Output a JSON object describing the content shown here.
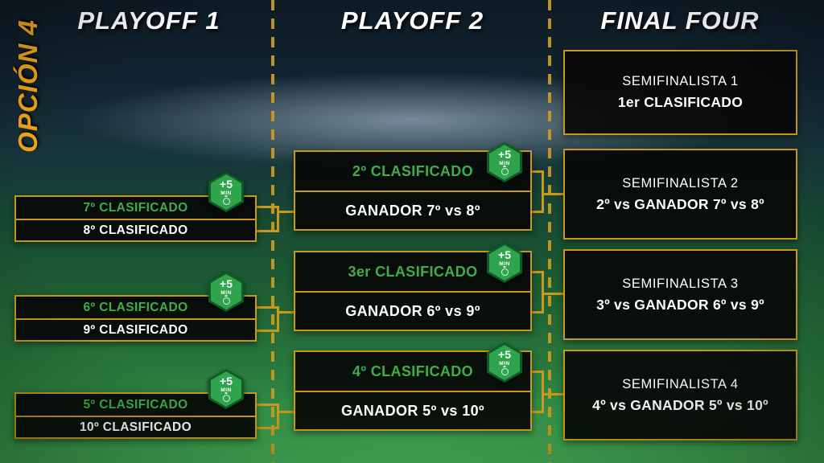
{
  "page": {
    "option_label": "OPCIÓN 4"
  },
  "headers": {
    "playoff1": "PLAYOFF 1",
    "playoff2": "PLAYOFF 2",
    "final_four": "FINAL FOUR"
  },
  "badge": {
    "plus": "+5",
    "min": "MIN"
  },
  "playoff1_matches": [
    {
      "home": "7º CLASIFICADO",
      "away": "8º CLASIFICADO"
    },
    {
      "home": "6º CLASIFICADO",
      "away": "9º CLASIFICADO"
    },
    {
      "home": "5º CLASIFICADO",
      "away": "10º CLASIFICADO"
    }
  ],
  "playoff2_matches": [
    {
      "home": "2º CLASIFICADO",
      "away": "GANADOR 7º vs 8º"
    },
    {
      "home": "3er CLASIFICADO",
      "away": "GANADOR 6º vs 9º"
    },
    {
      "home": "4º CLASIFICADO",
      "away": "GANADOR 5º vs 10º"
    }
  ],
  "final_four_slots": [
    {
      "title": "SEMIFINALISTA 1",
      "detail": "1er CLASIFICADO"
    },
    {
      "title": "SEMIFINALISTA 2",
      "detail": "2º vs GANADOR 7º vs 8º"
    },
    {
      "title": "SEMIFINALISTA 3",
      "detail": "3º vs GANADOR 6º vs 9º"
    },
    {
      "title": "SEMIFINALISTA 4",
      "detail": "4º vs GANADOR 5º vs 10º"
    }
  ],
  "colors": {
    "accent_gold": "#c9991c",
    "seed_green": "#3fae49",
    "badge_green": "#2fa44c",
    "box_background": "#0a0a0a",
    "option_label": "#f2a51a"
  }
}
